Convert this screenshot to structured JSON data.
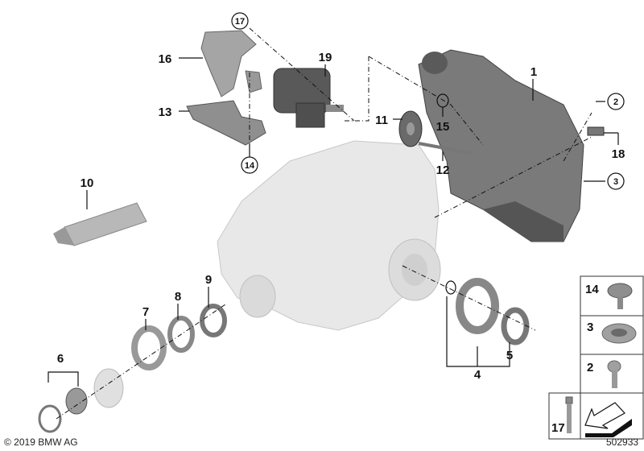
{
  "diagram": {
    "callouts": {
      "c1": "1",
      "c2": "2",
      "c3": "3",
      "c4": "4",
      "c5": "5",
      "c6": "6",
      "c7": "7",
      "c8": "8",
      "c9": "9",
      "c10": "10",
      "c11": "11",
      "c12": "12",
      "c13": "13",
      "c14": "14",
      "c15": "15",
      "c16": "16",
      "c17": "17",
      "c18": "18",
      "c19": "19"
    },
    "legend": {
      "row1": "14",
      "row2": "3",
      "row3": "2",
      "row4": "17"
    },
    "copyright": "© 2019 BMW AG",
    "diagram_number": "502933",
    "colors": {
      "part_light": "#e6e6e6",
      "part_dark": "#6e6e6e",
      "part_mid": "#9a9a9a",
      "line": "#111111"
    }
  }
}
